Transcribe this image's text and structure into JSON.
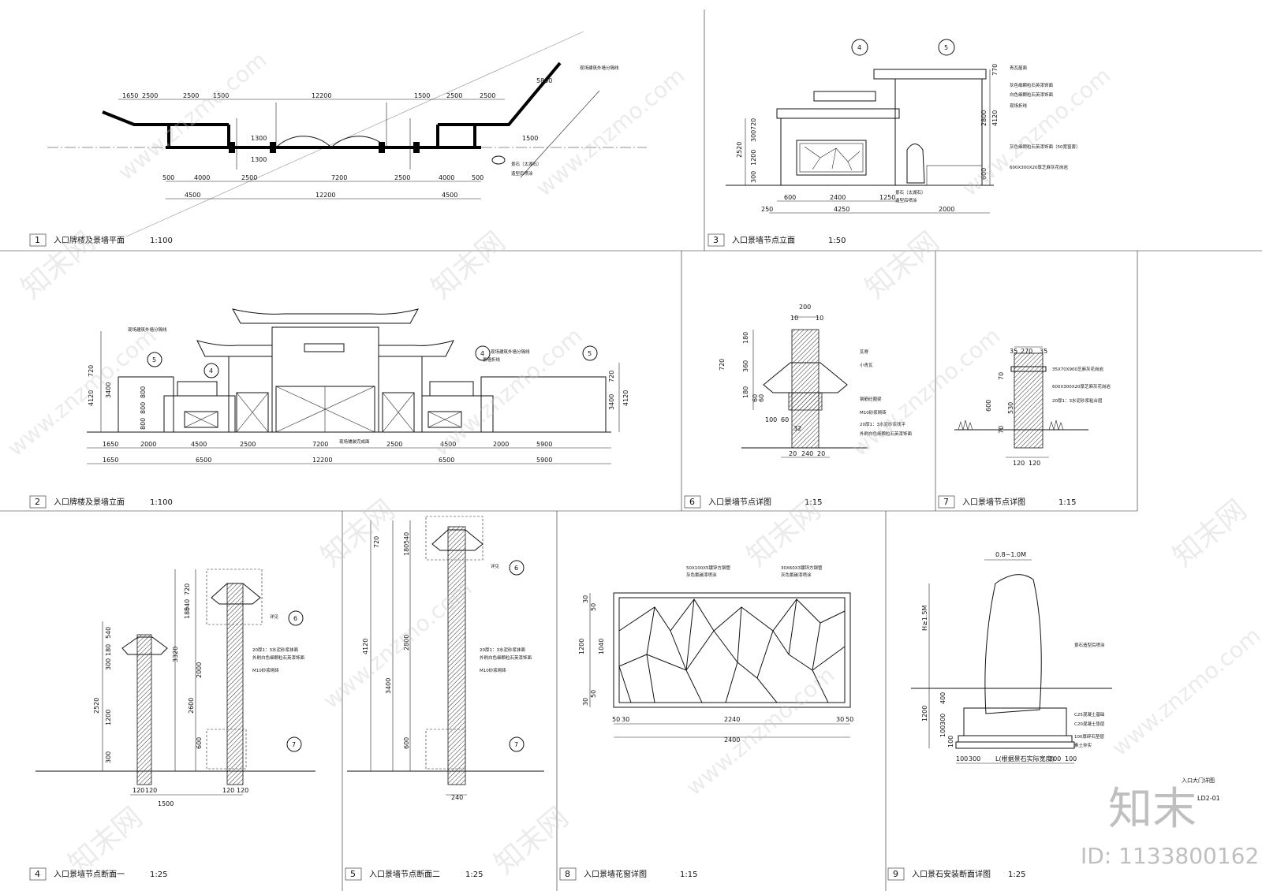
{
  "panels": [
    {
      "num": "1",
      "title": "入口牌楼及景墙平面",
      "scale": "1:100"
    },
    {
      "num": "2",
      "title": "入口牌楼及景墙立面",
      "scale": "1:100"
    },
    {
      "num": "3",
      "title": "入口景墙节点立面",
      "scale": "1:50"
    },
    {
      "num": "4",
      "title": "入口景墙节点断面一",
      "scale": "1:25"
    },
    {
      "num": "5",
      "title": "入口景墙节点断面二",
      "scale": "1:25"
    },
    {
      "num": "6",
      "title": "入口景墙节点详图",
      "scale": "1:15"
    },
    {
      "num": "7",
      "title": "入口景墙节点详图",
      "scale": "1:15"
    },
    {
      "num": "8",
      "title": "入口景墙花窗详图",
      "scale": "1:15"
    },
    {
      "num": "9",
      "title": "入口景石安装断面详图",
      "scale": "1:25"
    }
  ],
  "plan": {
    "top_dims": [
      "1650",
      "2500",
      "2500",
      "1500",
      "12200",
      "1500",
      "2500",
      "2500"
    ],
    "bottom_dims1": [
      "500",
      "4000",
      "2500",
      "7200",
      "2500",
      "4000",
      "500"
    ],
    "bottom_dims2": [
      "4500",
      "12200",
      "4500"
    ],
    "side_dims": [
      "1300",
      "1300",
      "1500",
      "5800"
    ],
    "notes": [
      "现场建筑外墙分隔线",
      "景石（太湖石）",
      "造型后喷涂"
    ]
  },
  "elevation": {
    "dims1": [
      "1650",
      "2000",
      "4500",
      "2500",
      "7200",
      "2500",
      "4500",
      "2000",
      "5900"
    ],
    "dims2": [
      "1650",
      "6500",
      "12200",
      "6500",
      "5900"
    ],
    "left_vert": [
      "720",
      "800",
      "800",
      "800",
      "3400",
      "4120"
    ],
    "right_vert": [
      "720",
      "3400",
      "4120"
    ],
    "notes": [
      "现场建筑外墙分隔线",
      "景墙折线",
      "详见",
      "现场铺装完成面"
    ],
    "callouts": [
      "4",
      "5"
    ]
  },
  "node_elev": {
    "dims_bottom1": [
      "600",
      "2400",
      "1250"
    ],
    "dims_bottom2": [
      "250",
      "4250",
      "2000"
    ],
    "left_vert": [
      "720",
      "300",
      "1200",
      "300",
      "2520"
    ],
    "right_vert": [
      "770",
      "2800",
      "4120",
      "600"
    ],
    "notes": [
      "青瓦屋面",
      "灰色细颗粒石英漆饰面",
      "白色细颗粒石英漆饰面",
      "现场折线",
      "灰色细颗粒石英漆饰面（50宽窗套）",
      "600X300X20厚芝麻灰花岗岩",
      "景石（太湖石）",
      "造型后喷涂"
    ],
    "callouts": [
      "4",
      "5"
    ]
  },
  "detail6": {
    "top": [
      "200",
      "10",
      "10"
    ],
    "vert": [
      "180",
      "360",
      "720",
      "180",
      "60",
      "60"
    ],
    "bottom": [
      "20",
      "240",
      "20",
      "100",
      "60",
      "32"
    ],
    "notes": [
      "瓦脊",
      "小青瓦",
      "钢筋砼圈梁",
      "M10砂浆砌砖",
      "20厚1：3水泥砂浆找平",
      "外刷白色细颗粒石英漆饰面"
    ]
  },
  "detail7": {
    "top": [
      "35",
      "270",
      "35"
    ],
    "vert": [
      "70",
      "530",
      "600",
      "70"
    ],
    "bottom": [
      "120",
      "120"
    ],
    "notes": [
      "35X70X900芝麻灰花岗岩",
      "600X300X20厚芝麻灰花岗岩",
      "20厚1：3水泥砂浆粘合层"
    ]
  },
  "section1": {
    "vert": [
      "540",
      "180",
      "300",
      "2520",
      "1200",
      "300",
      "720",
      "540",
      "180",
      "3320",
      "2600",
      "2000",
      "600"
    ],
    "bottom": [
      "120",
      "120",
      "1500",
      "120",
      "120"
    ],
    "notes": [
      "详见",
      "20厚1：3水泥砂浆抹面",
      "外刷白色细颗粒石英漆饰面",
      "M10砂浆砌砖"
    ],
    "callouts": [
      "6",
      "7"
    ]
  },
  "section2": {
    "vert": [
      "540",
      "720",
      "180",
      "4120",
      "3400",
      "2800",
      "600"
    ],
    "bottom": [
      "240"
    ],
    "notes": [
      "详见",
      "20厚1：3水泥砂浆抹面",
      "外刷白色细颗粒石英漆饰面",
      "M10砂浆砌砖"
    ],
    "callouts": [
      "6",
      "7"
    ]
  },
  "window": {
    "left_vert": [
      "30",
      "50",
      "1200",
      "1040",
      "50",
      "30"
    ],
    "bottom1": [
      "50",
      "30",
      "2240",
      "30",
      "50"
    ],
    "bottom2": [
      "2400"
    ],
    "notes": [
      "50X100X5镀锌方钢管",
      "灰色氟碳漆喷涂",
      "30X60X3镀锌方钢管",
      "灰色氟碳漆喷涂"
    ]
  },
  "stone": {
    "top": "0.8~1.0M",
    "vert": [
      "H≥1.5M",
      "1200",
      "400",
      "300",
      "100",
      "100"
    ],
    "bottom": [
      "100",
      "300",
      "L(根据景石实际宽度)",
      "300",
      "100"
    ],
    "notes": [
      "景石造型后喷涂",
      "C25混凝土基础",
      "C20混凝土垫层",
      "100厚碎石垫层",
      "素土夯实"
    ],
    "caption": "入口大门详图",
    "code": "LD2-01"
  },
  "watermark": {
    "brand": "知末",
    "id": "ID: 1133800162",
    "site": "www.znzmo.com",
    "cn": "知末网"
  }
}
